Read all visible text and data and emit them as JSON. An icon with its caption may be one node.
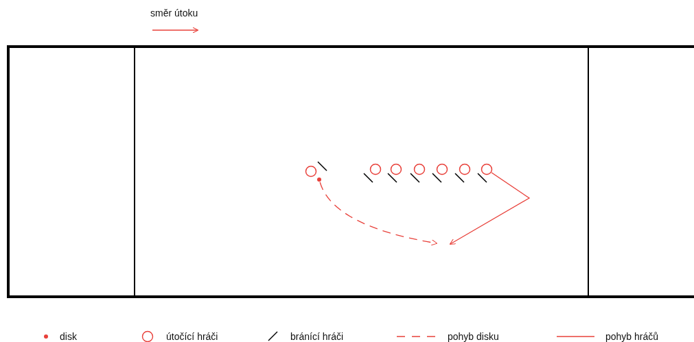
{
  "diagram": {
    "nodes": [
      {
        "text": [],
        "shape": "circle"
      },
      {
        "text": [],
        "shape": "circle"
      },
      {
        "text": [],
        "shape": "circle"
      },
      {
        "text": [],
        "shape": "circle"
      },
      {
        "text": [],
        "shape": "circle"
      },
      {
        "text": [],
        "shape": "circle"
      },
      {
        "text": [],
        "shape": "circle"
      },
      {
        "text": [],
        "shape": "circle"
      }
    ],
    "edges": [
      {
        "from": 7,
        "to": null,
        "arrow": "to",
        "style": "dashed"
      },
      {
        "from": 6,
        "to": null,
        "arrow": "to"
      }
    ],
    "labels": [
      "směr útoku"
    ],
    "legend": [
      {
        "text": "disk"
      },
      {
        "text": "útočící hráči"
      },
      {
        "text": "bránící hráči"
      },
      {
        "text": "pohyb disku"
      },
      {
        "text": "pohyb hráčů"
      }
    ]
  }
}
